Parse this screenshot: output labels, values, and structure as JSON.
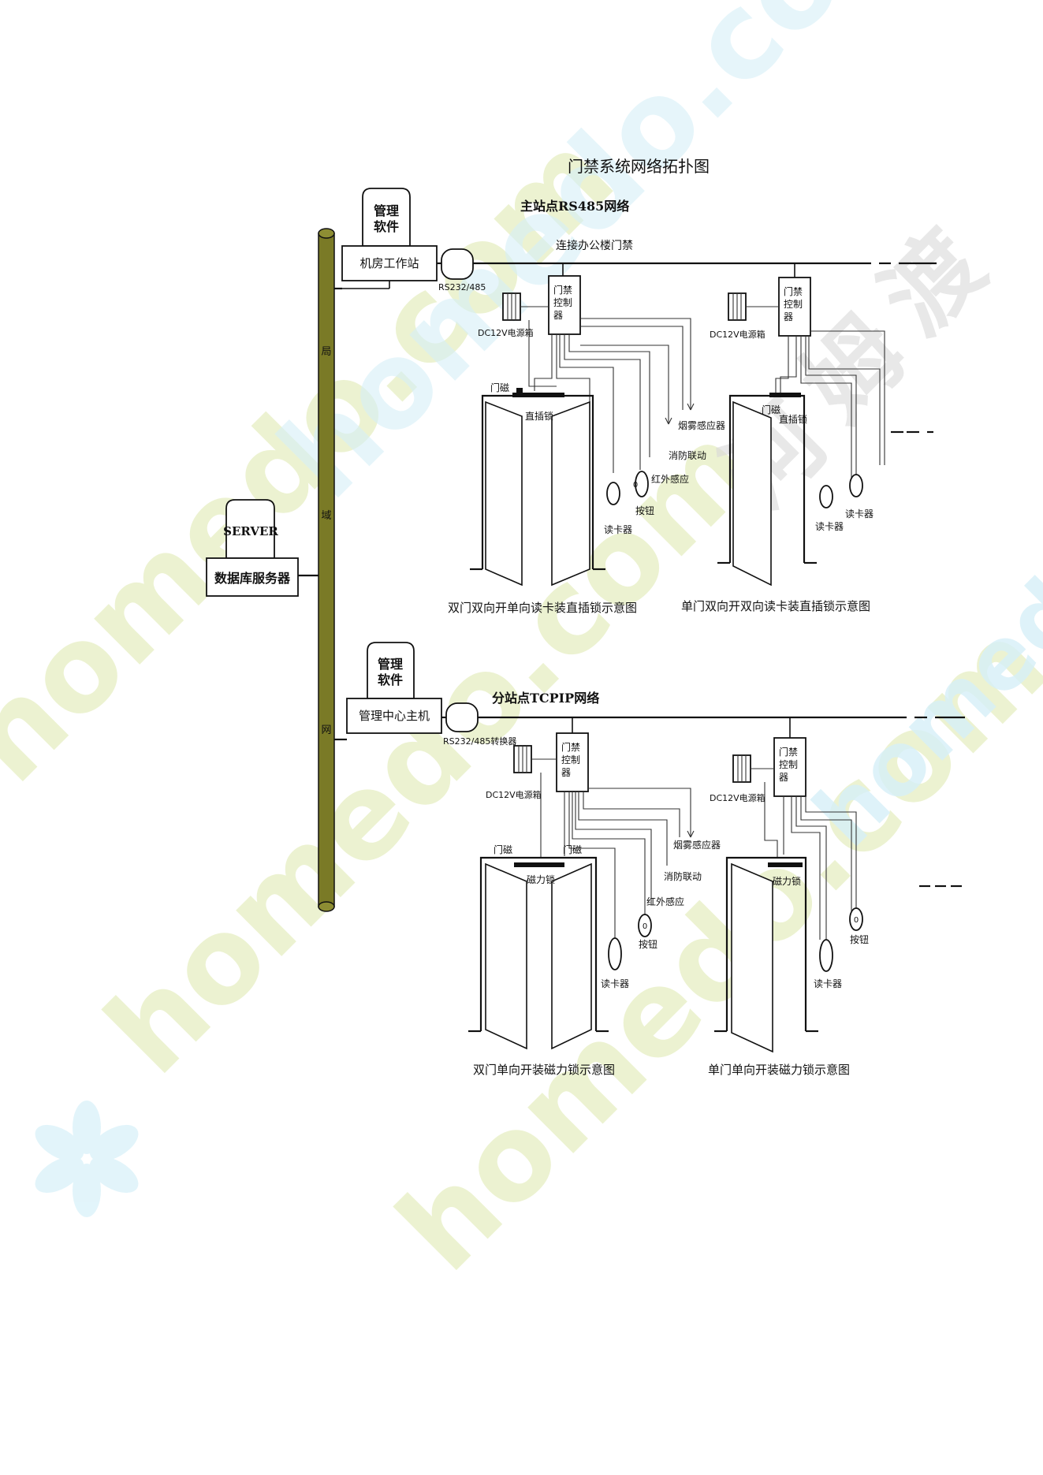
{
  "title": "门禁系统网络拓扑图",
  "lan_label": [
    "局",
    "域",
    "网"
  ],
  "server": {
    "badge": "SERVER",
    "label": "数据库服务器"
  },
  "top_site": {
    "software": [
      "管理",
      "软件"
    ],
    "workstation": "机房工作站",
    "converter": "RS232/485",
    "network_title": "主站点RS485网络",
    "bus_label": "连接办公楼门禁"
  },
  "bottom_site": {
    "software": [
      "管理",
      "软件"
    ],
    "workstation": "管理中心主机",
    "converter": "RS232/485转换器",
    "network_title": "分站点TCPIP网络"
  },
  "controller": [
    "门禁",
    "控制",
    "器"
  ],
  "power": "DC12V电源箱",
  "labels": {
    "door_magnet": "门磁",
    "strike_lock": "直插锁",
    "mag_lock": "磁力锁",
    "smoke": "烟雾感应器",
    "fire": "消防联动",
    "infrared": "红外感应",
    "button": "按钮",
    "reader": "读卡器"
  },
  "captions": {
    "top_left": "双门双向开单向读卡装直插锁示意图",
    "top_right": "单门双向开双向读卡装直插锁示意图",
    "bottom_left": "双门单向开装磁力锁示意图",
    "bottom_right": "单门单向开装磁力锁示意图"
  },
  "watermark": {
    "text": "homedo.com",
    "chars": [
      "河",
      "姆",
      "渡"
    ]
  },
  "colors": {
    "lan_bar": "#7a7a26",
    "line": "#111111",
    "watermark_green": "#e6efc2",
    "watermark_blue": "#cfeef8"
  }
}
